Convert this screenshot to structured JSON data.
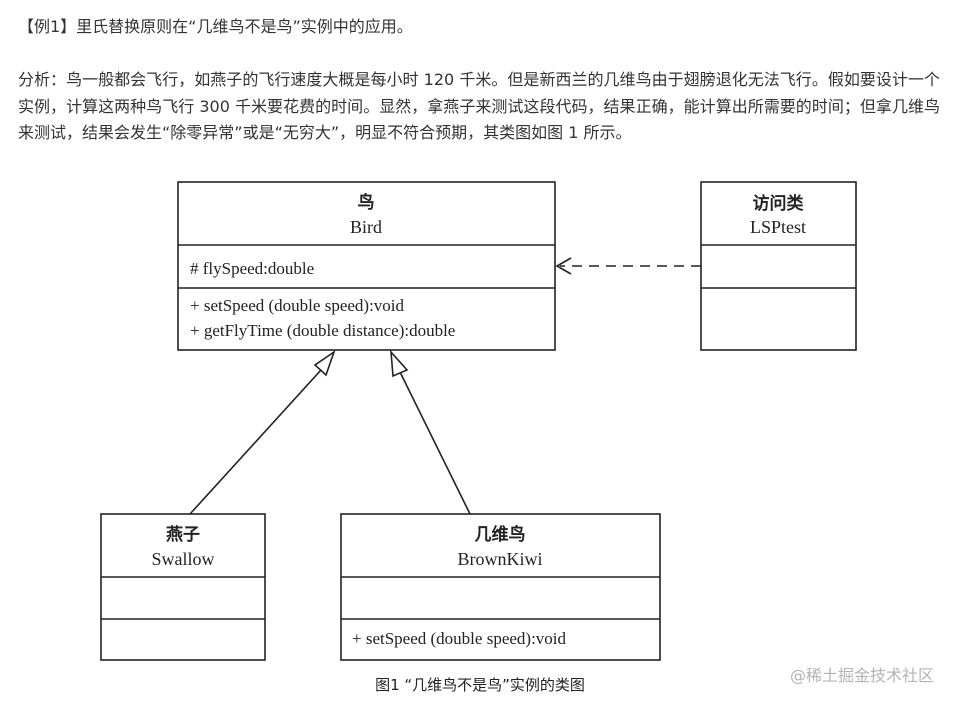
{
  "heading": "【例1】里氏替换原则在“几维鸟不是鸟”实例中的应用。",
  "analysis": "分析：鸟一般都会飞行，如燕子的飞行速度大概是每小时 120 千米。但是新西兰的几维鸟由于翅膀退化无法飞行。假如要设计一个实例，计算这两种鸟飞行 300 千米要花费的时间。显然，拿燕子来测试这段代码，结果正确，能计算出所需要的时间；但拿几维鸟来测试，结果会发生“除零异常”或是“无穷大”，明显不符合预期，其类图如图 1 所示。",
  "diagram": {
    "bird": {
      "name_cn": "鸟",
      "name_en": "Bird",
      "attribute": "# flySpeed:double",
      "methods": [
        "+ setSpeed (double speed):void",
        "+ getFlyTime (double distance):double"
      ]
    },
    "lsptest": {
      "name_cn": "访问类",
      "name_en": "LSPtest"
    },
    "swallow": {
      "name_cn": "燕子",
      "name_en": "Swallow"
    },
    "brownkiwi": {
      "name_cn": "几维鸟",
      "name_en": "BrownKiwi",
      "methods": [
        "+ setSpeed (double speed):void"
      ]
    },
    "caption": "图1 “几维鸟不是鸟”实例的类图"
  },
  "watermark": "@稀土掘金技术社区",
  "colors": {
    "text": "#333333",
    "line": "#222222",
    "watermark": "#b4b4b4"
  }
}
